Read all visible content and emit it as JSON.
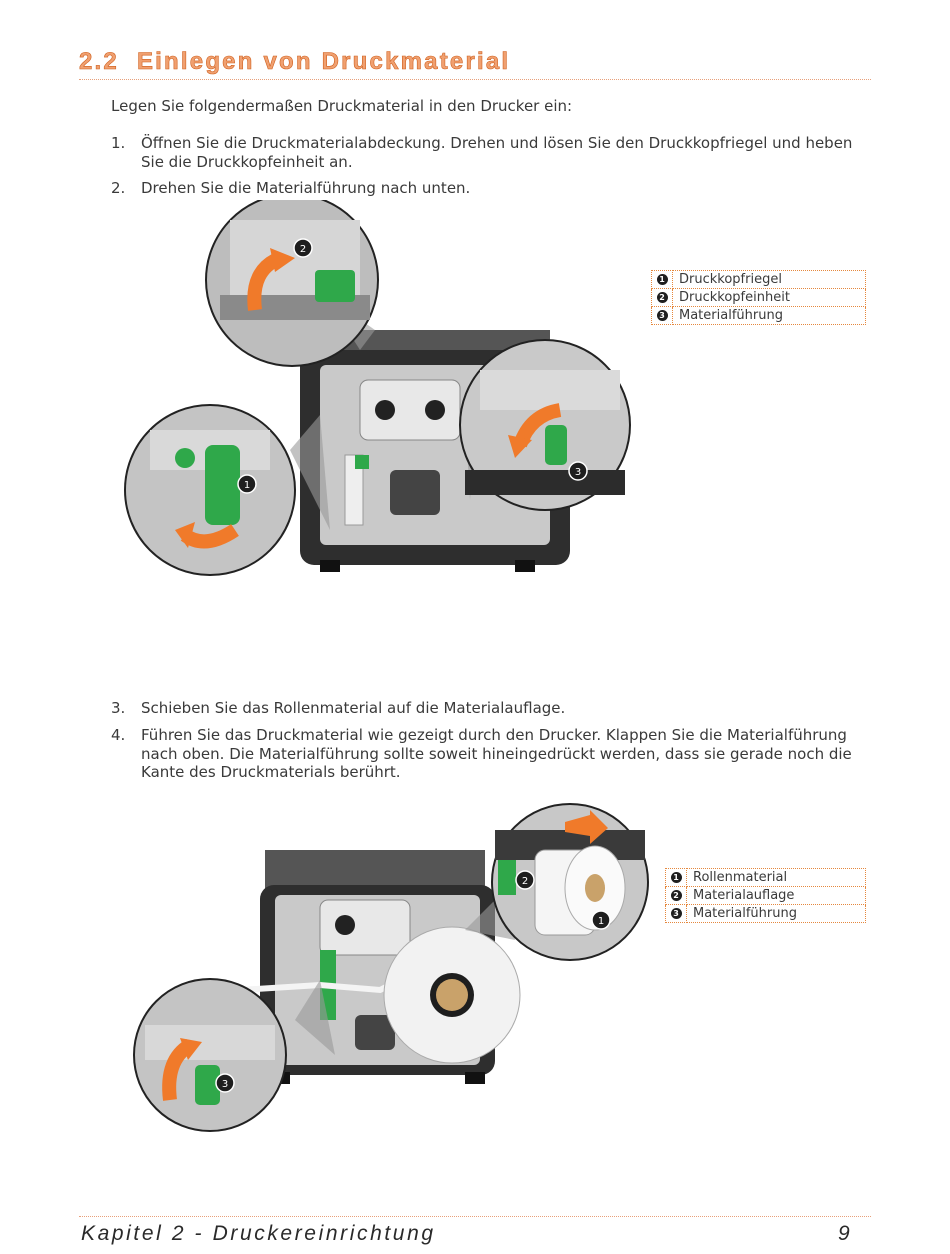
{
  "section": {
    "number": "2.2",
    "title": "Einlegen von Druckmaterial"
  },
  "intro": "Legen Sie folgendermaßen Druckmaterial in den Drucker ein:",
  "steps_a": [
    {
      "num": "1.",
      "text": "Öffnen Sie die Druckmaterialabdeckung. Drehen und lösen Sie den Druckkopfriegel und heben Sie die Druckkopfeinheit an."
    },
    {
      "num": "2.",
      "text": "Drehen Sie die Materialführung nach unten."
    }
  ],
  "legend_a": [
    {
      "marker": "1",
      "label": "Druckkopfriegel"
    },
    {
      "marker": "2",
      "label": "Druckkopfeinheit"
    },
    {
      "marker": "3",
      "label": "Materialführung"
    }
  ],
  "steps_b": [
    {
      "num": "3.",
      "text": "Schieben Sie das Rollenmaterial auf die Materialauflage."
    },
    {
      "num": "4.",
      "text": "Führen Sie das Druckmaterial wie gezeigt durch den Drucker. Klappen Sie die Materialführung nach oben.  Die Materialführung sollte soweit hineingedrückt werden, dass sie gerade noch die Kante des Druckmaterials berührt."
    }
  ],
  "legend_b": [
    {
      "marker": "1",
      "label": "Rollenmaterial"
    },
    {
      "marker": "2",
      "label": "Materialauflage"
    },
    {
      "marker": "3",
      "label": "Materialführung"
    }
  ],
  "figure_a_callouts": [
    "2",
    "1",
    "3"
  ],
  "figure_b_callouts": [
    "2",
    "1",
    "3"
  ],
  "colors": {
    "accent": "#e5883e",
    "heading": "#d0601e",
    "arrow": "#f07a2a",
    "green": "#2fa84a"
  },
  "footer": {
    "chapter": "Kapitel 2 - Druckereinrichtung",
    "page": "9"
  }
}
